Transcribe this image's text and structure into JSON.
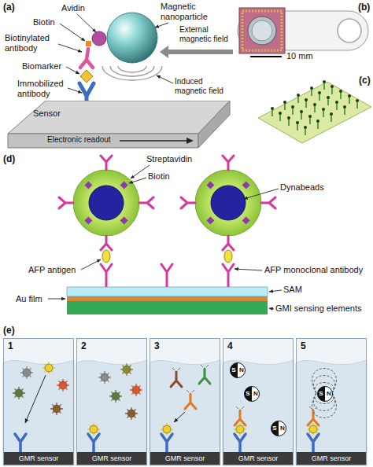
{
  "diagram": {
    "nodes": [
      {
        "text": [
          "Sensor",
          "Electronic readout"
        ]
      },
      {
        "text": [
          "1"
        ]
      },
      {
        "text": [
          "GMR sensor"
        ],
        "in": 1
      },
      {
        "text": [
          "2"
        ]
      },
      {
        "text": [
          "GMR sensor"
        ],
        "in": 3
      },
      {
        "text": [
          "3"
        ]
      },
      {
        "text": [
          "GMR sensor"
        ],
        "in": 5
      },
      {
        "text": [
          "4"
        ]
      },
      {
        "text": [
          "S",
          "N"
        ],
        "in": 7
      },
      {
        "text": [
          "S",
          "N"
        ],
        "in": 7
      },
      {
        "text": [
          "S",
          "N"
        ],
        "in": 7
      },
      {
        "text": [
          "GMR sensor"
        ],
        "in": 7
      },
      {
        "text": [
          "5"
        ]
      },
      {
        "text": [
          "S",
          "N"
        ],
        "in": 12
      },
      {
        "text": [
          "GMR sensor"
        ],
        "in": 12
      }
    ],
    "labels": [
      "(a)",
      "Biotin",
      "Avidin",
      "Magnetic nanoparticle",
      "Biotinylated antibody",
      "External magnetic field",
      "Biomarker",
      "Immobilized antibody",
      "Induced magnetic field",
      "(b)",
      "10 mm",
      "(c)",
      "(d)",
      "Streptavidin",
      "Biotin",
      "Dynabeads",
      "AFP antigen",
      "AFP monoclonal antibody",
      "SAM",
      "Au film",
      "GMI sensing elements",
      "(e)"
    ]
  }
}
